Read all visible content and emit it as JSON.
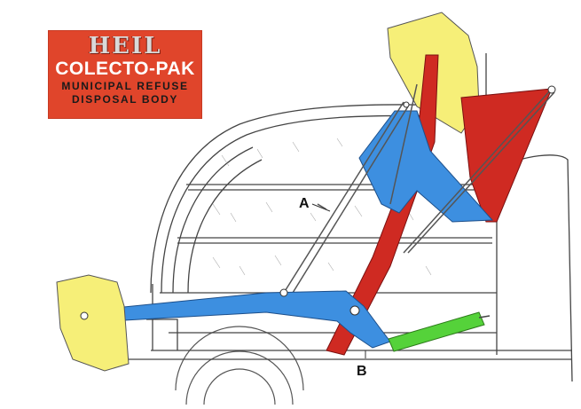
{
  "badge": {
    "brand": "HEIL",
    "product": "COLECTO-PAK",
    "line1": "MUNICIPAL REFUSE",
    "line2": "DISPOSAL BODY"
  },
  "labels": {
    "a": "A",
    "b": "B"
  },
  "colors": {
    "badge": "#e0452b",
    "blue_arm": "#3d8fe0",
    "red_arm": "#cf2a22",
    "yellow_bucket": "#f6ef78",
    "green_cylinder": "#55d23a",
    "line_art": "#444444"
  },
  "icons": [
    "garbage-truck-body-diagram"
  ]
}
